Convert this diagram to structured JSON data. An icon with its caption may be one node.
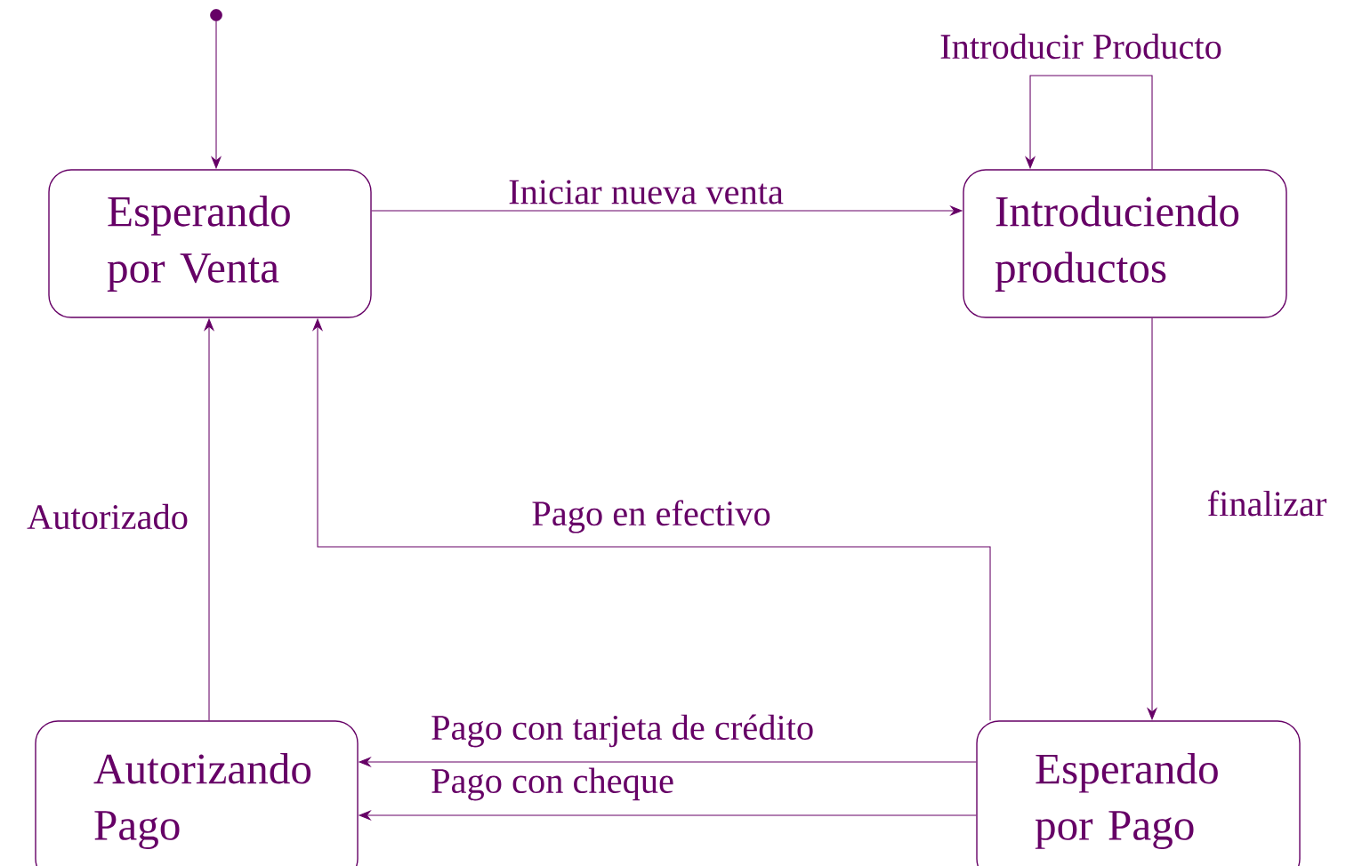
{
  "diagram": {
    "nodes": [
      {
        "text": [],
        "shape": "circle"
      },
      {
        "text": [
          "Esperando por Venta"
        ]
      },
      {
        "text": [
          "Introduciendo productos"
        ]
      },
      {
        "text": [
          "Esperando por Pago"
        ]
      },
      {
        "text": [
          "Autorizando Pago"
        ]
      }
    ],
    "edges": [
      {
        "from": 0,
        "to": 1,
        "arrow": "to"
      },
      {
        "from": 1,
        "to": 2,
        "arrow": "to",
        "label": "Iniciar nueva venta"
      },
      {
        "from": 2,
        "to": 2,
        "arrow": "to",
        "label": "Introducir Producto"
      },
      {
        "from": 2,
        "to": 3,
        "arrow": "to",
        "label": "finalizar"
      },
      {
        "from": 3,
        "to": 1,
        "arrow": "to",
        "label": "Pago en efectivo"
      },
      {
        "from": 3,
        "to": 4,
        "arrow": "to",
        "label": "Pago con tarjeta de crédito"
      },
      {
        "from": 3,
        "to": 4,
        "arrow": "to",
        "label": "Pago con cheque"
      },
      {
        "from": 4,
        "to": 1,
        "arrow": "to",
        "label": "Autorizado"
      }
    ]
  }
}
